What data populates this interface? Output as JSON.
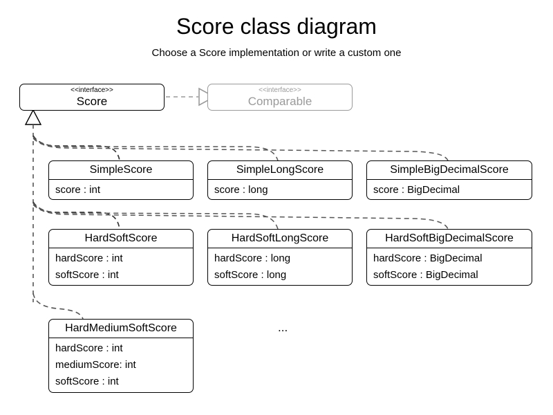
{
  "diagram": {
    "title": "Score class diagram",
    "subtitle": "Choose a Score implementation or write a custom one",
    "ellipsis": "...",
    "stereotype": "<<interface>>",
    "colors": {
      "line": "#000000",
      "muted": "#9a9a9a",
      "background": "#ffffff"
    },
    "interfaces": [
      {
        "stereotype": "<<interface>>",
        "name": "Score",
        "muted": false
      },
      {
        "stereotype": "<<interface>>",
        "name": "Comparable",
        "muted": true
      }
    ],
    "classes": [
      {
        "name": "SimpleScore",
        "attributes": [
          "score : int"
        ]
      },
      {
        "name": "SimpleLongScore",
        "attributes": [
          "score : long"
        ]
      },
      {
        "name": "SimpleBigDecimalScore",
        "attributes": [
          "score : BigDecimal"
        ]
      },
      {
        "name": "HardSoftScore",
        "attributes": [
          "hardScore : int",
          "softScore : int"
        ]
      },
      {
        "name": "HardSoftLongScore",
        "attributes": [
          "hardScore : long",
          "softScore : long"
        ]
      },
      {
        "name": "HardSoftBigDecimalScore",
        "attributes": [
          "hardScore : BigDecimal",
          "softScore : BigDecimal"
        ]
      },
      {
        "name": "HardMediumSoftScore",
        "attributes": [
          "hardScore : int",
          "mediumScore: int",
          "softScore : int"
        ]
      }
    ],
    "relationships": [
      {
        "kind": "realization",
        "from": "Score",
        "to": "Comparable",
        "style": "dashed",
        "arrowhead": "hollow-triangle"
      },
      {
        "kind": "generalization",
        "from": "SimpleScore",
        "to": "Score",
        "style": "dashed",
        "arrowhead": "hollow-triangle"
      },
      {
        "kind": "generalization",
        "from": "SimpleLongScore",
        "to": "Score",
        "style": "dashed",
        "arrowhead": "hollow-triangle"
      },
      {
        "kind": "generalization",
        "from": "SimpleBigDecimalScore",
        "to": "Score",
        "style": "dashed",
        "arrowhead": "hollow-triangle"
      },
      {
        "kind": "generalization",
        "from": "HardSoftScore",
        "to": "Score",
        "style": "dashed",
        "arrowhead": "hollow-triangle"
      },
      {
        "kind": "generalization",
        "from": "HardSoftLongScore",
        "to": "Score",
        "style": "dashed",
        "arrowhead": "hollow-triangle"
      },
      {
        "kind": "generalization",
        "from": "HardSoftBigDecimalScore",
        "to": "Score",
        "style": "dashed",
        "arrowhead": "hollow-triangle"
      },
      {
        "kind": "generalization",
        "from": "HardMediumSoftScore",
        "to": "Score",
        "style": "dashed",
        "arrowhead": "hollow-triangle"
      }
    ]
  }
}
